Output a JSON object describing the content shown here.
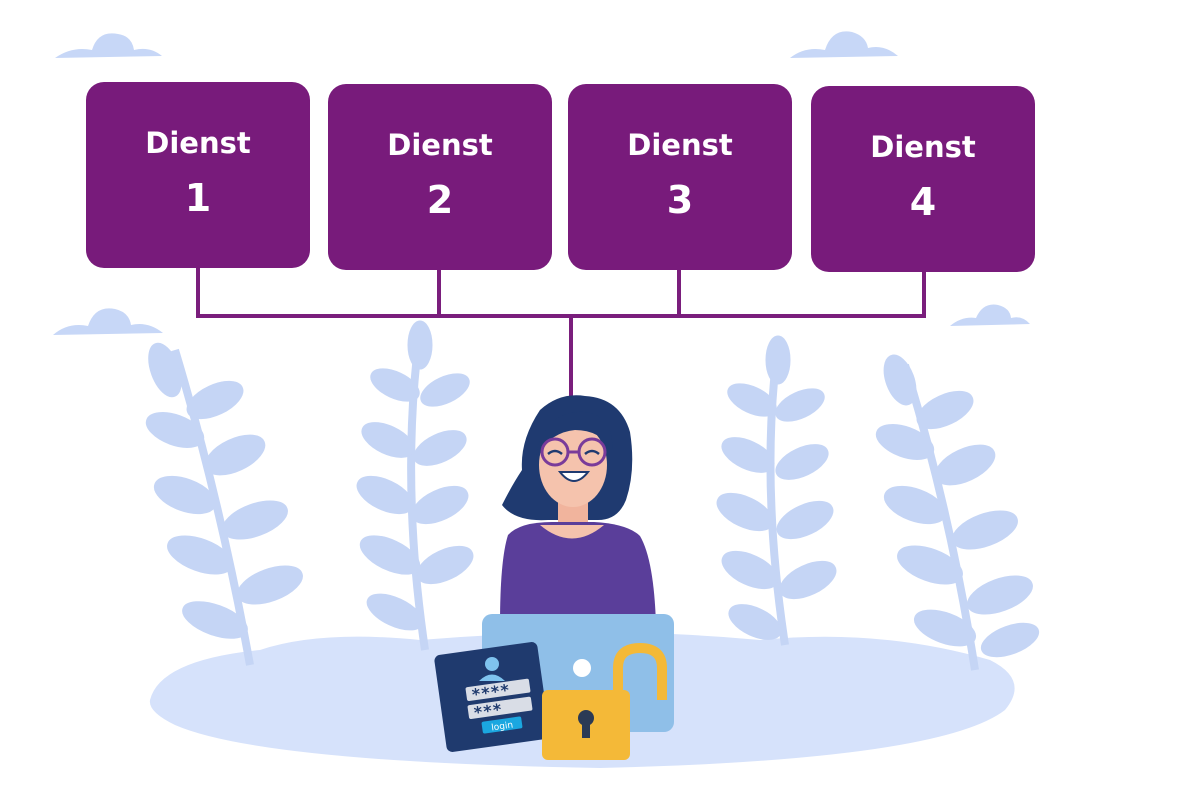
{
  "services": [
    {
      "label": "Dienst",
      "number": "1"
    },
    {
      "label": "Dienst",
      "number": "2"
    },
    {
      "label": "Dienst",
      "number": "3"
    },
    {
      "label": "Dienst",
      "number": "4"
    }
  ],
  "login_card": {
    "password_mask_1": "****",
    "password_mask_2": "***",
    "button_label": "login"
  },
  "icons": [
    "cloud-icon",
    "plant-icon",
    "user-avatar-icon",
    "padlock-open-icon",
    "laptop-icon"
  ],
  "colors": {
    "service_box": "#781b7b",
    "connector": "#7a1e7c",
    "plant": "#c5d5f5",
    "ground": "#d6e2fb",
    "hair": "#1f3a70",
    "sweater": "#5a3e9a",
    "skin": "#f5c3ad",
    "laptop": "#8fbfe8",
    "padlock": "#f4b938",
    "login_card": "#1f3a6e",
    "login_button": "#1ba7e0"
  }
}
